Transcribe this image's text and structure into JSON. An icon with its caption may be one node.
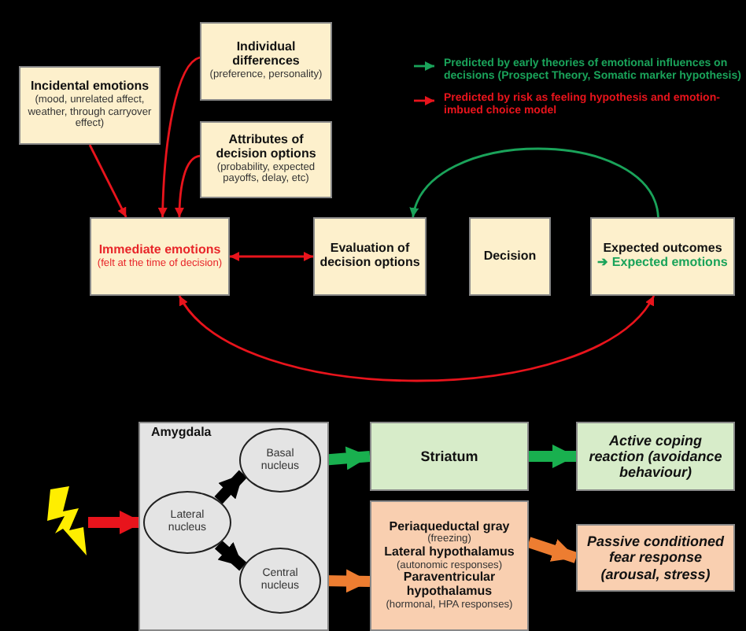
{
  "diagram": {
    "nodes": [
      {
        "text": [
          "Individual differences",
          "(preference, personality)"
        ]
      },
      {
        "text": [
          "Incidental emotions",
          "(mood, unrelated affect, weather, through carryover effect)"
        ]
      },
      {
        "text": [
          "Attributes of decision options",
          "(probability, expected payoffs, delay, etc)"
        ]
      },
      {
        "text": [
          "Immediate emotions",
          "(felt at the time of decision)"
        ]
      },
      {
        "text": [
          "Evaluation of decision options"
        ]
      },
      {
        "text": [
          "Decision"
        ]
      },
      {
        "text": [
          "Expected outcomes",
          "➔ Expected emotions"
        ]
      },
      {
        "text": [
          "Amygdala"
        ]
      },
      {
        "text": [
          "Basal nucleus"
        ],
        "in": 7
      },
      {
        "text": [
          "Lateral nucleus"
        ],
        "in": 7
      },
      {
        "text": [
          "Central nucleus"
        ],
        "in": 7
      },
      {
        "text": [
          "Striatum"
        ]
      },
      {
        "text": [
          "Active coping reaction (avoidance behaviour)"
        ]
      },
      {
        "text": [
          "Periaqueductal gray",
          "(freezing)",
          "Lateral hypothalamus",
          "(autonomic responses)",
          "Paraventricular hypothalamus",
          "(hormonal, HPA responses)"
        ]
      },
      {
        "text": [
          "Passive conditioned fear response (arousal, stress)"
        ]
      },
      {
        "text": [],
        "shape": "picture"
      }
    ],
    "edges": [
      {
        "from": 1,
        "to": 3,
        "arrow": "to"
      },
      {
        "from": 0,
        "to": 3,
        "arrow": "to"
      },
      {
        "from": 2,
        "to": 3,
        "arrow": "to"
      },
      {
        "from": 3,
        "to": 4,
        "arrow": "both"
      },
      {
        "from": 6,
        "to": 4,
        "arrow": "to",
        "color": "#1aa35a"
      },
      {
        "from": 3,
        "to": 6,
        "arrow": "both"
      },
      {
        "from": 15,
        "to": 9,
        "arrow": "to"
      },
      {
        "from": 9,
        "to": 8,
        "arrow": "to",
        "color": "#000000"
      },
      {
        "from": 9,
        "to": 10,
        "arrow": "to",
        "color": "#000000"
      },
      {
        "from": 8,
        "to": 11,
        "arrow": "to",
        "color": "#19b04f"
      },
      {
        "from": 10,
        "to": 13,
        "arrow": "to",
        "color": "#ed7d31"
      },
      {
        "from": 11,
        "to": 12,
        "arrow": "to",
        "color": "#19b04f"
      },
      {
        "from": 13,
        "to": 14,
        "arrow": "to",
        "color": "#ed7d31"
      }
    ],
    "legend": [
      {
        "text": "Predicted by early theories of emotional influences on decisions (Prospect Theory, Somatic marker hypothesis)"
      },
      {
        "text": "Predicted by risk as feeling hypothesis and emotion-imbued choice model"
      }
    ]
  }
}
